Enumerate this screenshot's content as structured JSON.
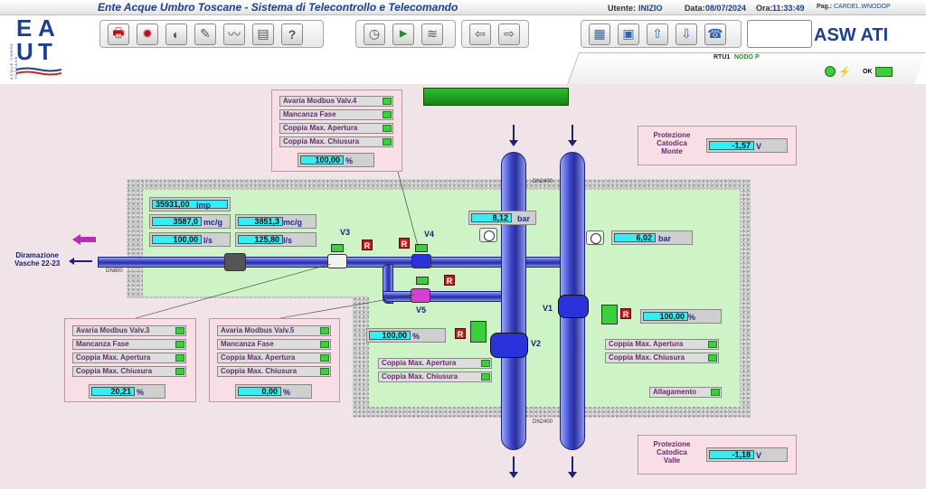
{
  "header": {
    "title": "Ente Acque Umbro Toscane - Sistema di Telecontrollo e Telecomando",
    "user_label": "Utente:",
    "user_value": "INIZIO",
    "date_label": "Data:",
    "date_value": "08/07/2024",
    "time_label": "Ora:",
    "time_value": "11:33:49",
    "page_label": "Pag.:",
    "page_value": "CARDEL.WNODOP",
    "logo_letters": [
      "E",
      "A",
      "U",
      "T"
    ],
    "logo_vertical_text": "ACQUE UMBRE TOSCANE",
    "brand_logo": "ASW ATI",
    "rtu_label": "RTU1",
    "node_label": "NODO P",
    "status_ok": "OK"
  },
  "toolbar": {
    "group1": [
      {
        "icon": "printer-icon"
      },
      {
        "icon": "alarm-bell-icon"
      },
      {
        "icon": "ear-icon"
      },
      {
        "icon": "notes-icon"
      },
      {
        "icon": "trend-chart-icon"
      },
      {
        "icon": "document-icon"
      },
      {
        "icon": "help-icon",
        "glyph": "?"
      }
    ],
    "group2": [
      {
        "icon": "clock-icon"
      },
      {
        "icon": "play-ts-icon"
      },
      {
        "icon": "handshake-icon"
      }
    ],
    "group3": [
      {
        "icon": "arrow-left-icon"
      },
      {
        "icon": "arrow-right-icon"
      }
    ],
    "group4": [
      {
        "icon": "list-icon"
      },
      {
        "icon": "save-icon"
      },
      {
        "icon": "arrow-up-icon"
      },
      {
        "icon": "arrow-down-icon"
      },
      {
        "icon": "phone-icon"
      }
    ]
  },
  "plant": {
    "diramazione_label": "Diramazione\nVasche 22-23",
    "pipe_dn800": "DN800",
    "pipe_dn2400_top": "DN2400",
    "pipe_dn2400_bottom": "DN2400",
    "readings": {
      "imp": {
        "value": "35931,00",
        "unit": "imp"
      },
      "mcg1": {
        "value": "3587,0",
        "unit": "mc/g"
      },
      "mcg2": {
        "value": "3851,3",
        "unit": "mc/g"
      },
      "ls1": {
        "value": "100,00",
        "unit": "l/s"
      },
      "ls2": {
        "value": "125,80",
        "unit": "l/s"
      },
      "bar1": {
        "value": "8,12",
        "unit": "bar"
      },
      "bar2": {
        "value": "6,02",
        "unit": "bar"
      },
      "v1_pct": {
        "value": "100,00",
        "unit": "%"
      },
      "v2_pct": {
        "value": "100,00",
        "unit": "%"
      }
    },
    "valves": {
      "v1": "V1",
      "v2": "V2",
      "v3": "V3",
      "v4": "V4",
      "v5": "V5",
      "r": "R"
    },
    "box_v4": {
      "alarms": [
        "Avaria Modbus Valv.4",
        "Mancanza Fase",
        "Coppia Max. Apertura",
        "Coppia Max. Chiusura"
      ],
      "value": "100,00",
      "unit": "%"
    },
    "box_v3": {
      "alarms": [
        "Avaria Modbus Valv.3",
        "Mancanza Fase",
        "Coppia Max. Apertura",
        "Coppia Max. Chiusura"
      ],
      "value": "20,21",
      "unit": "%"
    },
    "box_v5": {
      "alarms": [
        "Avaria Modbus Valv.5",
        "Mancanza Fase",
        "Coppia Max. Apertura",
        "Coppia Max. Chiusura"
      ],
      "value": "0,00",
      "unit": "%"
    },
    "v2_alarms": [
      "Coppia Max. Apertura",
      "Coppia Max. Chiusura"
    ],
    "v1_alarms": [
      "Coppia Max. Apertura",
      "Coppia Max. Chiusura"
    ],
    "allagamento": "Allagamento",
    "prot_monte": {
      "label": "Protezione\nCatodica\nMonte",
      "value": "-1,57",
      "unit": "V"
    },
    "prot_valle": {
      "label": "Protezione\nCatodica\nValle",
      "value": "-1,18",
      "unit": "V"
    }
  },
  "colors": {
    "display": "#35eef5",
    "led_on": "#39d03a",
    "pipe": "#3b45c8",
    "alarm_text": "#6a2a6a"
  }
}
